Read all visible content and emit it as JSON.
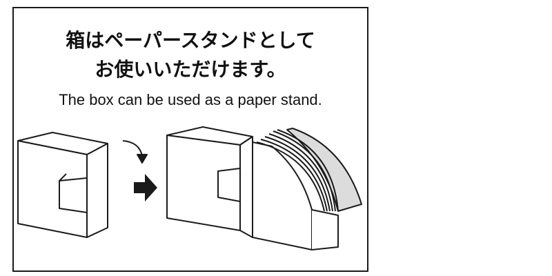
{
  "heading": {
    "japanese_line1": "箱はペーパースタンドとして",
    "japanese_line2": "お使いいただけます。",
    "english": "The box can be used as a paper stand."
  },
  "illustration": {
    "steps": [
      "closed-box",
      "rotate-arrow",
      "next-arrow",
      "box-with-paper-stand"
    ],
    "colors": {
      "outline": "#1a1a1a",
      "fill": "#ffffff",
      "filter_paper": "#dcdcdc"
    }
  }
}
